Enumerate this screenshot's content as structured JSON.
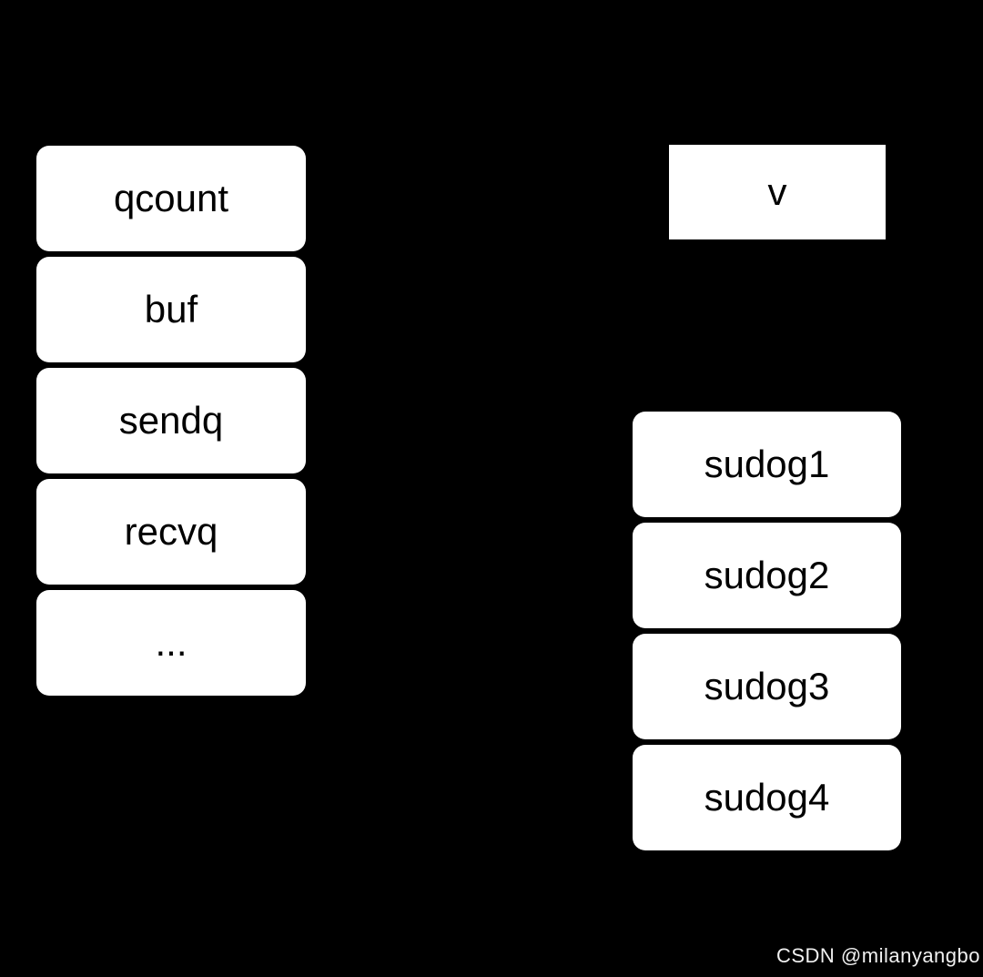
{
  "diagram": {
    "hchan_fields": [
      {
        "label": "qcount"
      },
      {
        "label": "buf"
      },
      {
        "label": "sendq"
      },
      {
        "label": "recvq"
      },
      {
        "label": "..."
      }
    ],
    "value_box": {
      "label": "v"
    },
    "sudog_nodes": [
      {
        "label": "sudog1"
      },
      {
        "label": "sudog2"
      },
      {
        "label": "sudog3"
      },
      {
        "label": "sudog4"
      }
    ],
    "colors": {
      "background": "#000000",
      "node_fill": "#ffffff",
      "node_text": "#000000",
      "watermark_text": "#f1f1f1"
    }
  },
  "watermark": {
    "text": "CSDN @milanyangbo"
  }
}
